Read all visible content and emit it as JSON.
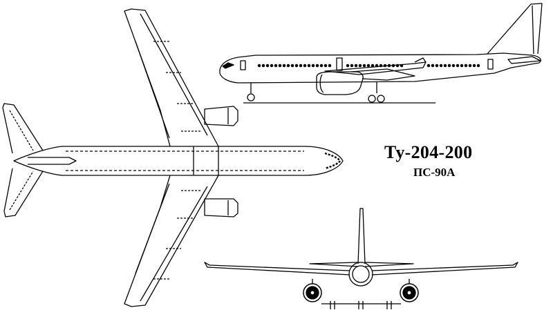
{
  "title": "Ту-204-200",
  "subtitle": "ПС-90А",
  "views": {
    "side": "side-view",
    "top": "plan-view",
    "front": "front-view"
  }
}
